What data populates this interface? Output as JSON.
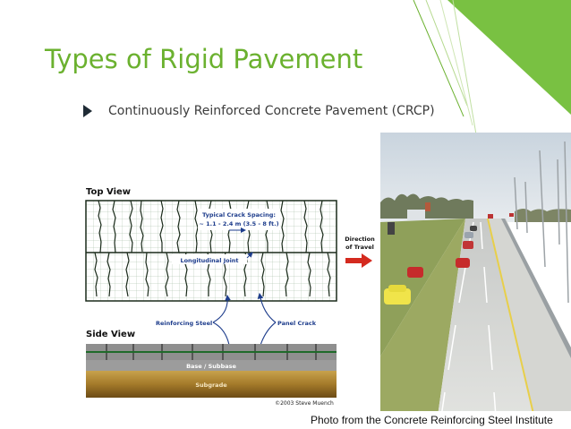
{
  "slide": {
    "title": "Types of Rigid Pavement",
    "bullet": "Continuously Reinforced Concrete Pavement (CRCP)",
    "credit": "Photo from the Concrete Reinforcing Steel Institute",
    "accent_color": "#6bb12f"
  },
  "diagram": {
    "top_view": "Top View",
    "side_view": "Side View",
    "crack_spacing_l1": "Typical Crack Spacing:",
    "crack_spacing_l2": "~ 1.1 - 2.4 m (3.5 - 8 ft.)",
    "longitudinal_joint": "Longitudinal Joint",
    "direction_l1": "Direction",
    "direction_l2": "of Travel",
    "reinforcing_steel": "Reinforcing Steel",
    "panel_crack": "Panel Crack",
    "base_subbase": "Base / Subbase",
    "subgrade": "Subgrade",
    "copyright": "©2003  Steve Muench"
  }
}
